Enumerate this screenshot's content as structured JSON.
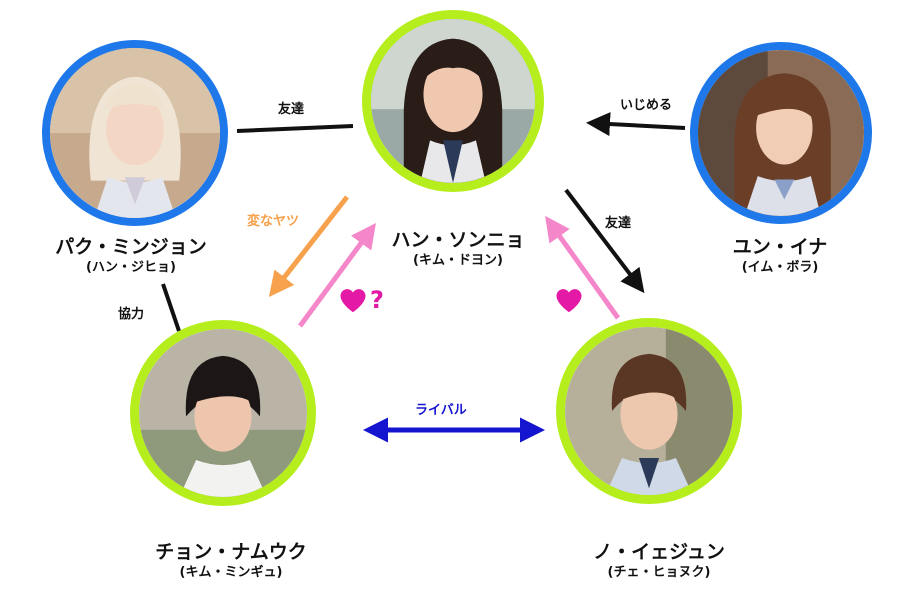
{
  "colors": {
    "green_ring": "#b5ee1c",
    "blue_ring": "#1e78ea",
    "orange_arrow": "#f7a14c",
    "pink_arrow": "#f487c9",
    "magenta_heart": "#e41aa6",
    "rival_blue": "#1515d0",
    "black": "#111111"
  },
  "characters": [
    {
      "id": "han",
      "name": "ハン・ソンニョ",
      "actor": "(キム・ドヨン)"
    },
    {
      "id": "park",
      "name": "パク・ミンジョン",
      "actor": "(ハン・ジヒョ)"
    },
    {
      "id": "yun",
      "name": "ユン・イナ",
      "actor": "(イム・ボラ)"
    },
    {
      "id": "jeong",
      "name": "チョン・ナムウク",
      "actor": "(キム・ミンギュ)"
    },
    {
      "id": "no",
      "name": "ノ・イェジュン",
      "actor": "(チェ・ヒョヌク)"
    }
  ],
  "relations": {
    "park_han": "友達",
    "yun_han": "いじめる",
    "han_no": "友達",
    "han_jeong": "変なヤツ",
    "park_jeong": "協力",
    "jeong_no": "ライバル",
    "jeong_han_mark": "?"
  }
}
